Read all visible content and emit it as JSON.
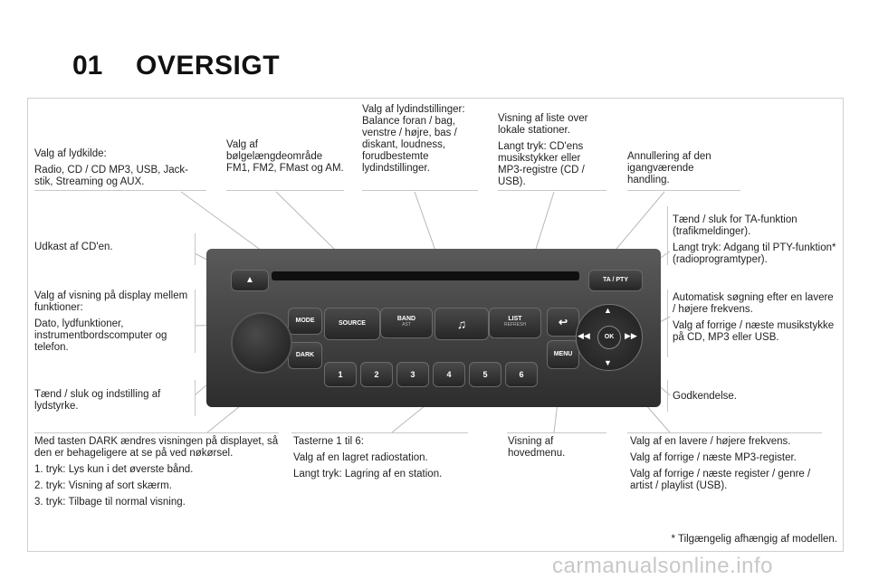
{
  "header": {
    "chapter": "01",
    "title": "OVERSIGT"
  },
  "labels": {
    "source_1": "Valg af lydkilde:",
    "source_2": "Radio, CD / CD MP3, USB, Jack-stik, Streaming og AUX.",
    "band": "Valg af bølgelængdeområde FM1, FM2, FMast og AM.",
    "audio": "Valg af lydindstillinger: Balance foran / bag, venstre / højre, bas / diskant, loudness, forudbestemte lydindstillinger.",
    "list_1": "Visning af liste over lokale stationer.",
    "list_2": "Langt tryk: CD'ens musikstykker eller MP3-registre (CD / USB).",
    "cancel": "Annullering af den igangværende handling.",
    "ta_1": "Tænd / sluk for TA-funktion (trafikmeldinger).",
    "ta_2": "Langt tryk: Adgang til PTY-funktion* (radioprogramtyper).",
    "eject": "Udkast af CD'en.",
    "mode_1": "Valg af visning på display mellem funktioner:",
    "mode_2": "Dato, lydfunktioner, instrumentbordscomputer og telefon.",
    "search_1": "Automatisk søgning efter en lavere / højere frekvens.",
    "search_2": "Valg af forrige / næste musikstykke på CD, MP3 eller USB.",
    "volume": "Tænd / sluk og indstilling af lydstyrke.",
    "ok": "Godkendelse.",
    "dark_1": "Med tasten DARK ændres visningen på displayet, så den er behageligere at se på ved nøkørsel.",
    "dark_2": "1. tryk: Lys kun i det øverste bånd.",
    "dark_3": "2. tryk: Visning af sort skærm.",
    "dark_4": "3. tryk: Tilbage til normal visning.",
    "keys_1": "Tasterne 1 til 6:",
    "keys_2": "Valg af en lagret radiostation.",
    "keys_3": "Langt tryk: Lagring af en station.",
    "menu": "Visning af hovedmenu.",
    "arrows_1": "Valg af en lavere / højere frekvens.",
    "arrows_2": "Valg af forrige / næste MP3-register.",
    "arrows_3": "Valg af forrige / næste register / genre / artist / playlist (USB).",
    "footnote": "* Tilgængelig afhængig af modellen."
  },
  "radio": {
    "mode": "MODE",
    "dark": "DARK",
    "source": "SOURCE",
    "band": "BAND",
    "band_sub": "AST",
    "note": "♫",
    "list": "LIST",
    "list_sub": "REFRESH",
    "back": "↩",
    "menu": "MENU",
    "ta": "TA / PTY",
    "ok": "OK",
    "eject": "▲",
    "presets": [
      "1",
      "2",
      "3",
      "4",
      "5",
      "6"
    ]
  },
  "watermark": "carmanualsonline.info"
}
